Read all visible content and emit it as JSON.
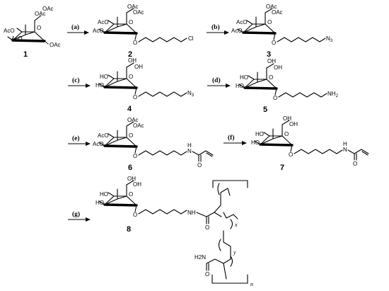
{
  "compound_numbers": [
    "1",
    "2",
    "3",
    "4",
    "5",
    "6",
    "7",
    "8"
  ],
  "conditions": [
    "(a)",
    "(b)",
    "(c)",
    "(d)",
    "(e)",
    "(f)",
    "(g)"
  ],
  "atom_labels": {
    "oac": "OAc",
    "aco": "AcO",
    "ho": "HO",
    "oh": "OH",
    "o": "O",
    "cl": "Cl",
    "n": "N",
    "n3_main": "N",
    "n3_sub": "3",
    "nh_main": "NH",
    "nh2_sub": "2",
    "h": "H",
    "h2n": "H2N"
  },
  "polymer_indices": {
    "x": "x",
    "y": "y",
    "n": "n"
  }
}
